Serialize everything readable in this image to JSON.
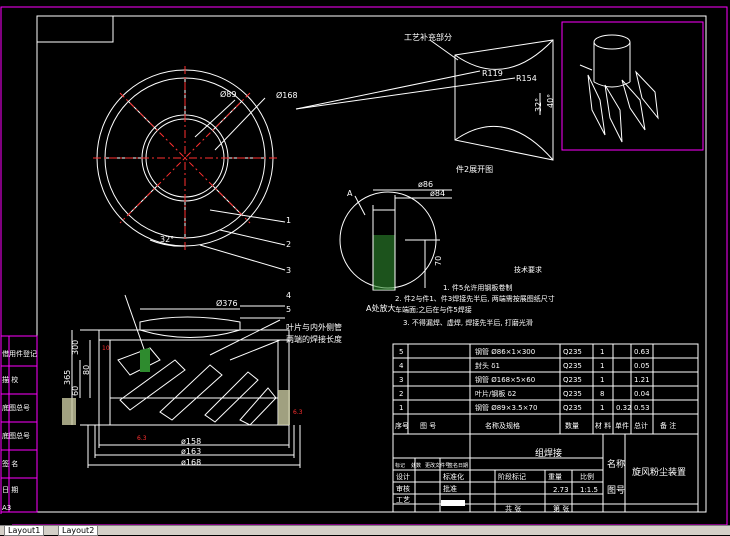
{
  "drawing": {
    "craft_note": "工艺补充部分",
    "r_inner": "R119",
    "r_outer": "R154",
    "angle_32": "32°",
    "angle_40": "40°",
    "unfold_label": "件2展开图",
    "dia_89": "Ø89",
    "dia_168_top": "Ø168",
    "angle_32_circle": "32°",
    "detail_86": "ø86",
    "detail_84": "ø84",
    "detail_70": "70",
    "detail_label": "A处放大",
    "dia_376": "Ø376",
    "weld_note_1": "叶片与内外侧管",
    "weld_note_2": "两端的焊接长度",
    "dim_300": "300",
    "dim_365": "365",
    "dim_60": "60",
    "dim_80": "80",
    "dim_158": "ø158",
    "dim_163": "ø163",
    "dim_168": "ø168",
    "mark_a": "A",
    "roughness_1": "10",
    "roughness_2": "6.3",
    "roughness_3": "6.3",
    "callouts": [
      "1",
      "2",
      "3",
      "4",
      "5"
    ],
    "left_strip": [
      "借用件登记",
      "描  校",
      "底图总号",
      "底图总号",
      "签  名",
      "日  期"
    ],
    "a3": "A3"
  },
  "tech_requirements": {
    "title": "技术要求",
    "items": [
      "1. 件5允许用钢板卷制",
      "2. 件2与件1、件3焊接先半后, 两端需按展图纸尺寸",
      "   车端面;之后在与件5焊接",
      "3. 不得漏焊、虚焊, 焊接先半后, 打磨光滑"
    ]
  },
  "bom": {
    "rows": [
      {
        "no": "5",
        "name": "钢管 Ø86×1×300",
        "qty": "1",
        "mat": "Q235",
        "w": "0.63"
      },
      {
        "no": "4",
        "name": "封头 δ1",
        "qty": "1",
        "mat": "Q235",
        "w": "0.05"
      },
      {
        "no": "3",
        "name": "钢管 Ø168×5×60",
        "qty": "1",
        "mat": "Q235",
        "w": "1.21"
      },
      {
        "no": "2",
        "name": "叶片/钢板 δ2",
        "qty": "8",
        "mat": "Q235",
        "w": "0.04"
      },
      {
        "no": "1",
        "name": "钢管 Ø89×3.5×70",
        "qty": "1",
        "mat": "Q235",
        "w": "0.53"
      }
    ],
    "header": [
      "序号",
      "图  号",
      "名称及规格",
      "数量",
      "材 料",
      "单件",
      "总计",
      "备 注"
    ],
    "total": "0.32"
  },
  "title_block": {
    "assembly": "组焊接",
    "product_name": "旋风粉尘装置",
    "label_name": "名称",
    "label_drawing_no": "图号",
    "scale_label": "比例",
    "weight": "2.73",
    "scale": "1:1.5",
    "left_labels": [
      "标记",
      "处数",
      "更改文件号",
      "签名",
      "日期"
    ],
    "roles": [
      "设计",
      "审核",
      "工艺"
    ],
    "roles2": [
      "标准化",
      "批准"
    ],
    "footer": [
      "共  张",
      "第  张"
    ],
    "meta": [
      "阶段标记",
      "重量"
    ]
  },
  "tabs": [
    "Layout1",
    "Layout2"
  ]
}
